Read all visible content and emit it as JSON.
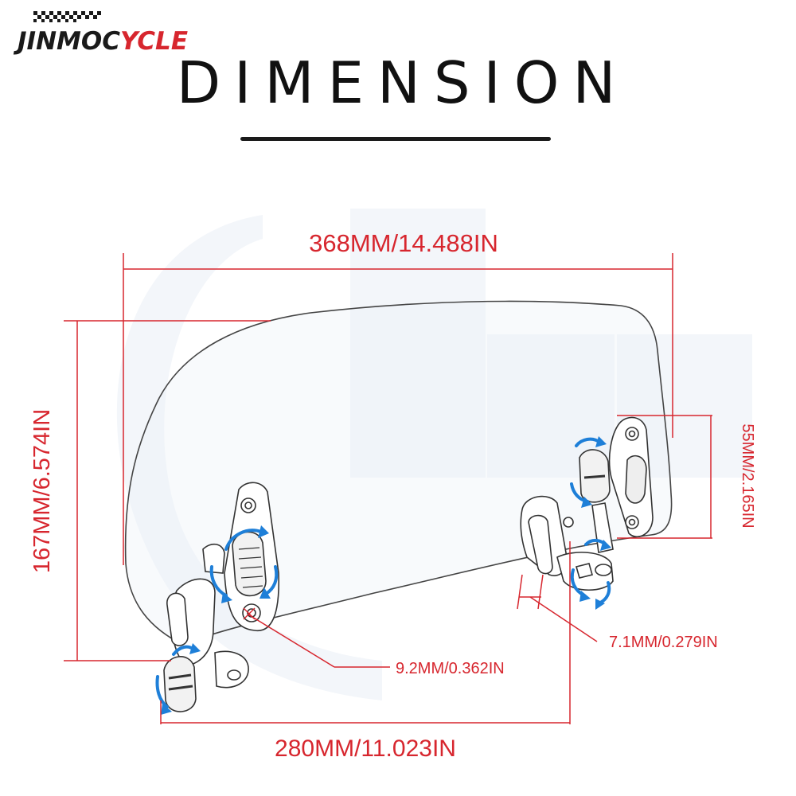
{
  "brand": {
    "name_dark": "JINMOC",
    "name_red": "YCLE"
  },
  "title": "DIMENSION",
  "colors": {
    "dimension": "#d7262e",
    "rotate_arrow": "#1e7fd8",
    "outline": "#333333"
  },
  "dimensions": {
    "width_top": "368MM/14.488IN",
    "height_left": "167MM/6.574IN",
    "clamp_height_right": "55MM/2.165IN",
    "hole_diameter": "9.2MM/0.362IN",
    "slot_width": "7.1MM/0.279IN",
    "mount_width_bottom": "280MM/11.023IN"
  }
}
